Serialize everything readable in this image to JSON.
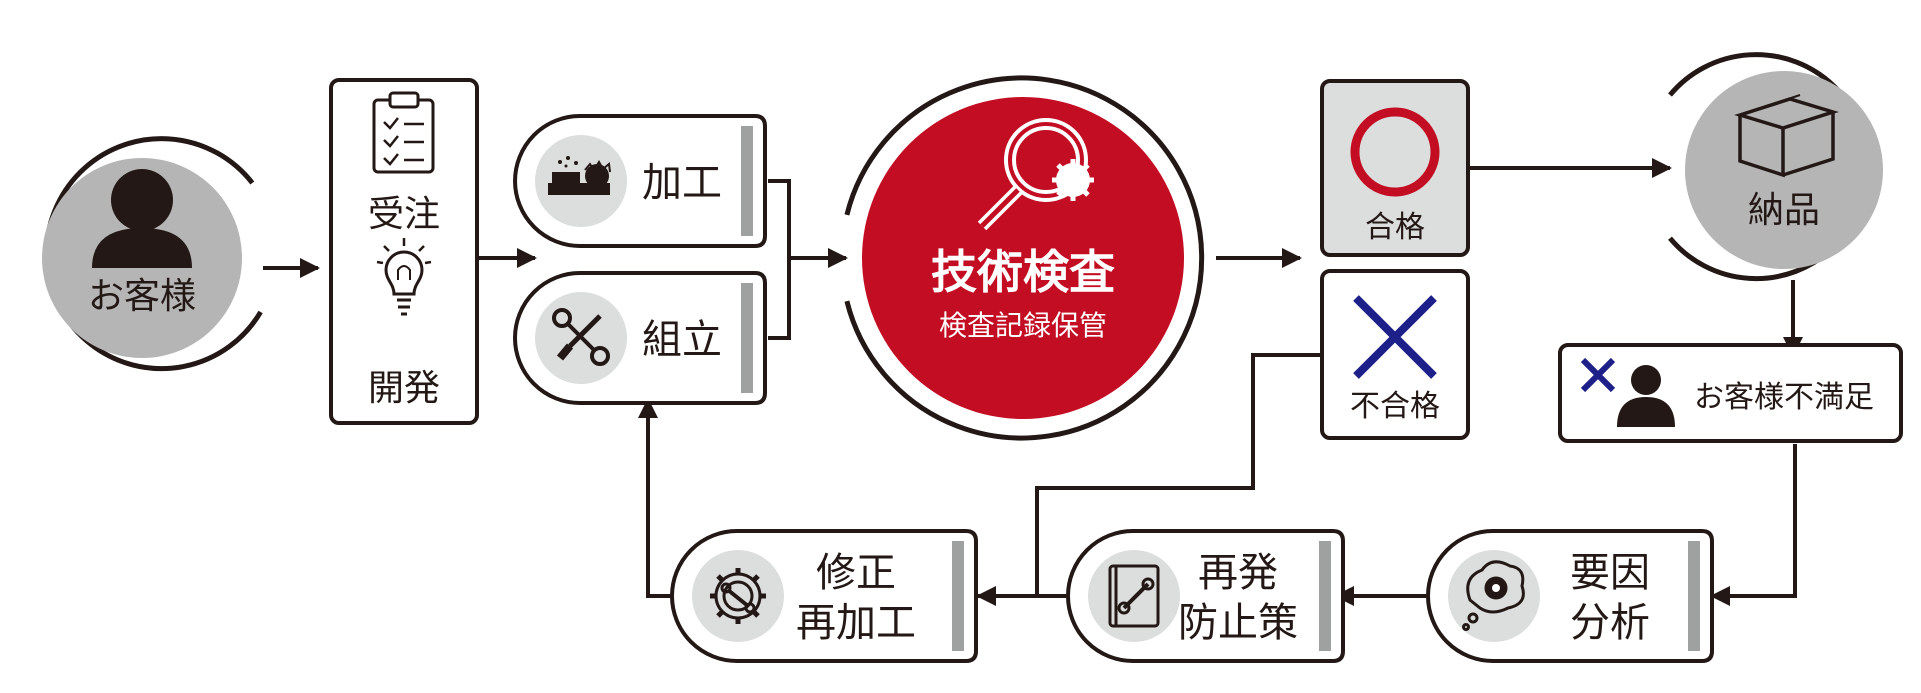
{
  "customer": {
    "label": "お客様"
  },
  "order": {
    "label": "受注"
  },
  "development": {
    "label": "開発"
  },
  "processing": {
    "label": "加工"
  },
  "assembly": {
    "label": "組立"
  },
  "inspection": {
    "title": "技術検査",
    "subtitle": "検査記録保管"
  },
  "pass": {
    "label": "合格"
  },
  "fail": {
    "label": "不合格"
  },
  "delivery": {
    "label": "納品"
  },
  "dissatisfied": {
    "label": "お客様不満足"
  },
  "cause_analysis": {
    "line1": "要因",
    "line2": "分析"
  },
  "prevention": {
    "line1": "再発",
    "line2": "防止策"
  },
  "rework": {
    "line1": "修正",
    "line2": "再加工"
  },
  "colors": {
    "red": "#c30d23",
    "navy": "#1d2088",
    "dark": "#231815",
    "gray": "#b5b5b6",
    "light_gray": "#dcdddd",
    "bar_gray": "#9fa0a0"
  }
}
